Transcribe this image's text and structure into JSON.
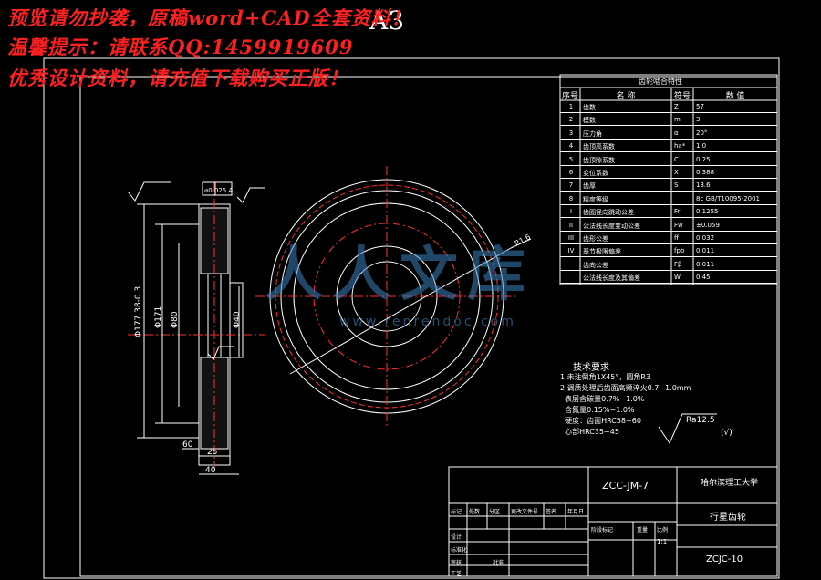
{
  "watermark": {
    "line1": "预览请勿抄袭，原稿word+CAD全套资料！",
    "line2": "温馨提示：请联系QQ:1459919609",
    "line3": "优秀设计资料，请充值下载购买正版！"
  },
  "sheet_code": "A3",
  "logo": {
    "text": "人人文库",
    "url": "www.renrendoc.com"
  },
  "param_table": {
    "title": "齿轮啮合特性",
    "headers": [
      "序号",
      "名  称",
      "符号",
      "数  值"
    ],
    "rows": [
      [
        "1",
        "齿数",
        "Z",
        "57"
      ],
      [
        "2",
        "模数",
        "m",
        "3"
      ],
      [
        "3",
        "压力角",
        "α",
        "20°"
      ],
      [
        "4",
        "齿顶高系数",
        "ha*",
        "1.0"
      ],
      [
        "5",
        "齿顶隙系数",
        "C",
        "0.25"
      ],
      [
        "6",
        "变位系数",
        "X",
        "0.388"
      ],
      [
        "7",
        "齿厚",
        "S",
        "13.6"
      ],
      [
        "8",
        "精度等级",
        "",
        "8c GB/T10095-2001"
      ],
      [
        "I",
        "齿圈径向跳动公差",
        "Fr",
        "0.1255"
      ],
      [
        "II",
        "公法线长度变动公差",
        "Fw",
        "±0.059"
      ],
      [
        "III",
        "齿形公差",
        "ff",
        "0.032"
      ],
      [
        "IV",
        "基节极限偏差",
        "fpb",
        "0.011"
      ],
      [
        "",
        "齿向公差",
        "Fβ",
        "0.011"
      ],
      [
        "",
        "公法线长度及其偏差",
        "W",
        "0.45"
      ]
    ]
  },
  "tech_req": {
    "title": "技术要求",
    "lines": [
      "1.未注倒角1X45°，圆角R3",
      "2.调质处理后齿面高频淬火0.7~1.0mm",
      "  表层含碳量0.7%~1.0%",
      "  含氮量0.15%~1.0%",
      "  硬度：齿面HRC58~60",
      "  心部HRC35~45"
    ]
  },
  "roughness": {
    "value": "Ra12.5",
    "note": "(√)"
  },
  "title_block": {
    "drawing_no": "ZCC-JM-7",
    "university": "哈尔滨理工大学",
    "part_name": "行星齿轮",
    "part_code": "ZCJC-10",
    "labels": [
      "标记",
      "处数",
      "分区",
      "更改文件号",
      "签名",
      "年月日",
      "设计",
      "标准化",
      "审核",
      "工艺",
      "批准",
      "阶段标记",
      "重量",
      "比例"
    ],
    "scale": "1:1"
  },
  "dimensions": {
    "outer_dia": "Φ177.38-0.3",
    "root_dia": "Φ171",
    "hub_dia": "Φ80",
    "bore_dia": "Φ40",
    "face_width": "60",
    "hub_width": "25",
    "rim_width": "40",
    "tolerance_box": "⌀0.025 A",
    "radial_callout": "R1.6"
  }
}
